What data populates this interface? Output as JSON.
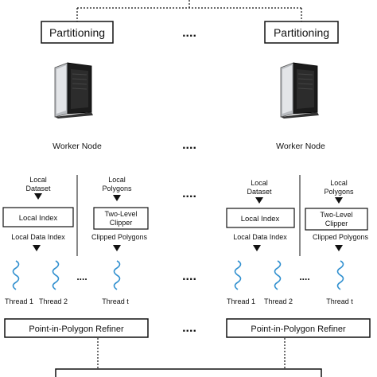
{
  "partition_label": "Partitioning",
  "ellipsis": "....",
  "worker_label": "Worker Node",
  "local_dataset": [
    "Local",
    "Dataset"
  ],
  "local_polygons": [
    "Local",
    "Polygons"
  ],
  "local_index": "Local Index",
  "two_level_clipper": [
    "Two-Level",
    "Clipper"
  ],
  "local_data_index": "Local Data Index",
  "clipped_polygons": "Clipped Polygons",
  "thread_ellipsis": "....",
  "thread_labels": [
    "Thread 1",
    "Thread 2",
    "Thread t"
  ],
  "refiner_label": "Point-in-Polygon Refiner",
  "colors": {
    "thread": "#2f8fcf",
    "line": "#111111"
  }
}
